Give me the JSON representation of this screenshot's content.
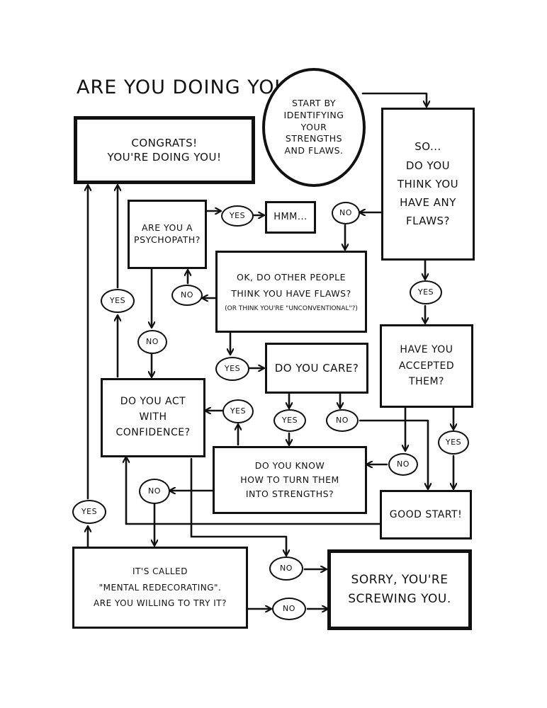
{
  "title": "Are you doing you?",
  "colors": {
    "ink": "#111111",
    "paper": "#ffffff"
  },
  "nodes": {
    "start": "Start by\nidentifying\nyour\nstrengths\nand flaws.",
    "congrats": "Congrats!\nYou're doing you!",
    "flaws": "So...\nDo you\nthink you\nhave any\nflaws?",
    "psychopath": "Are you a\npsychopath?",
    "hmm": "Hmm...",
    "other_people": "OK, do other people\nthink you have flaws?",
    "other_people_note": "(or think you're \"unconventional\"?)",
    "accepted": "Have you\naccepted\nthem?",
    "care": "Do you care?",
    "confidence": "Do you act\nwith\nconfidence?",
    "strengths": "Do you know\nhow to turn them\ninto strengths?",
    "good_start": "Good start!",
    "redecorating": "It's called\n\"mental redecorating\".\nAre you willing to try it?",
    "sorry": "Sorry, you're\nscrewing you."
  },
  "labels": {
    "yes": "Yes",
    "no": "No"
  }
}
